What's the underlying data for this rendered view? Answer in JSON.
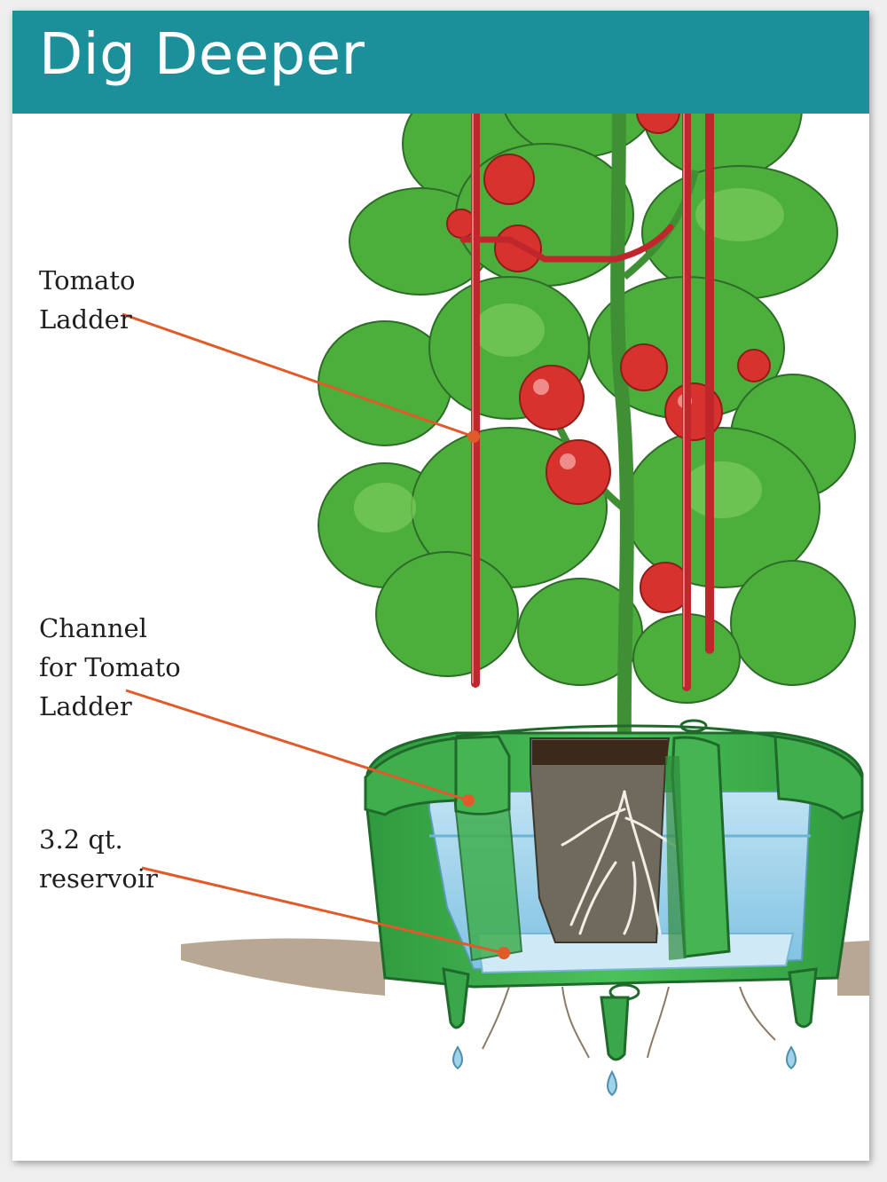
{
  "header": {
    "title": "Dig Deeper",
    "color": "#1b8f9a"
  },
  "callouts": [
    {
      "name": "tomato-ladder",
      "text": "Tomato\nLadder"
    },
    {
      "name": "channel-for-tomato-ladder",
      "text": "Channel\nfor Tomato\nLadder"
    },
    {
      "name": "reservoir",
      "text": "3.2 qt.\nreservoir"
    }
  ],
  "colors": {
    "leader_line": "#e05a2a",
    "ladder": "#c0272d",
    "planter": "#3aa84a",
    "water": "#9fd3ea",
    "foliage": "#4caf3c",
    "tomato": "#d8322e"
  }
}
